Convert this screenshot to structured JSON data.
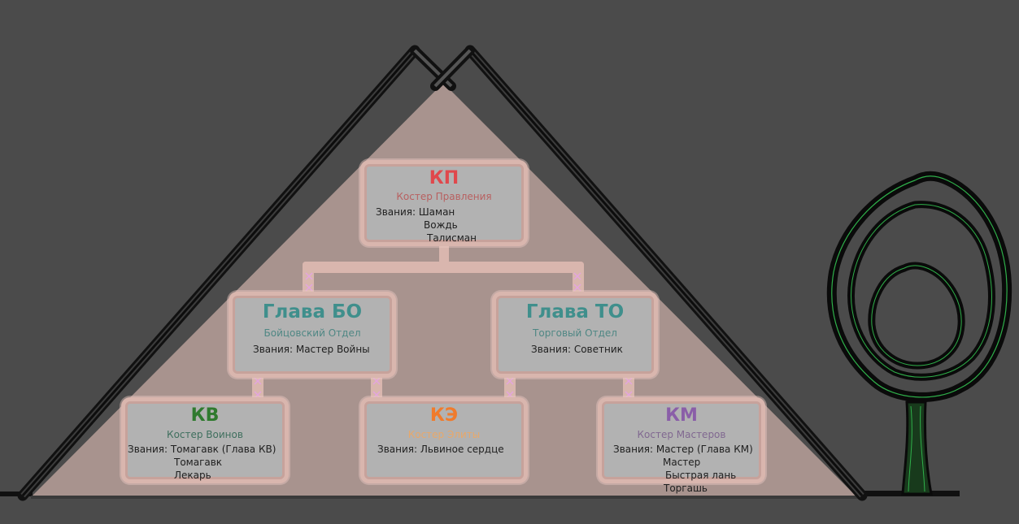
{
  "colors": {
    "background": "#4b4b4b",
    "tent": "#a8938e",
    "box": "#b2b2b2",
    "box_border": "#d9b6ae",
    "connector": "#e3a5df"
  },
  "nodes": {
    "kp": {
      "abbr": "КП",
      "full": "Костер Правления",
      "ranks": [
        "Звания: Шаман",
        "Вождь",
        "Талисман"
      ],
      "abbr_color": "#e0484c",
      "full_color": "#b86060"
    },
    "bo": {
      "abbr": "Глава БО",
      "full": "Бойцовский Отдел",
      "ranks": [
        "Звания: Мастер Войны"
      ],
      "abbr_color": "#3f8f8c",
      "full_color": "#4f8784"
    },
    "to": {
      "abbr": "Глава ТО",
      "full": "Торговый Отдел",
      "ranks": [
        "Звания: Советник"
      ],
      "abbr_color": "#3f8f8c",
      "full_color": "#4f8784"
    },
    "kv": {
      "abbr": "КВ",
      "full": "Костер Воинов",
      "ranks": [
        "Звания: Томагавк (Глава КВ)",
        "Томагавк",
        "Лекарь"
      ],
      "abbr_color": "#2f7a2e",
      "full_color": "#3f6f5e"
    },
    "ke": {
      "abbr": "КЭ",
      "full": "Костер Элиты",
      "ranks": [
        "Звания: Львиное сердце"
      ],
      "abbr_color": "#f07b2c",
      "full_color": "#e8a86a"
    },
    "km": {
      "abbr": "КМ",
      "full": "Костер Мастеров",
      "ranks": [
        "Звания: Мастер (Глава КМ)",
        "Мастер",
        "Быстрая лань",
        "Торгашь"
      ],
      "abbr_color": "#8a5ea8",
      "full_color": "#806890"
    }
  }
}
